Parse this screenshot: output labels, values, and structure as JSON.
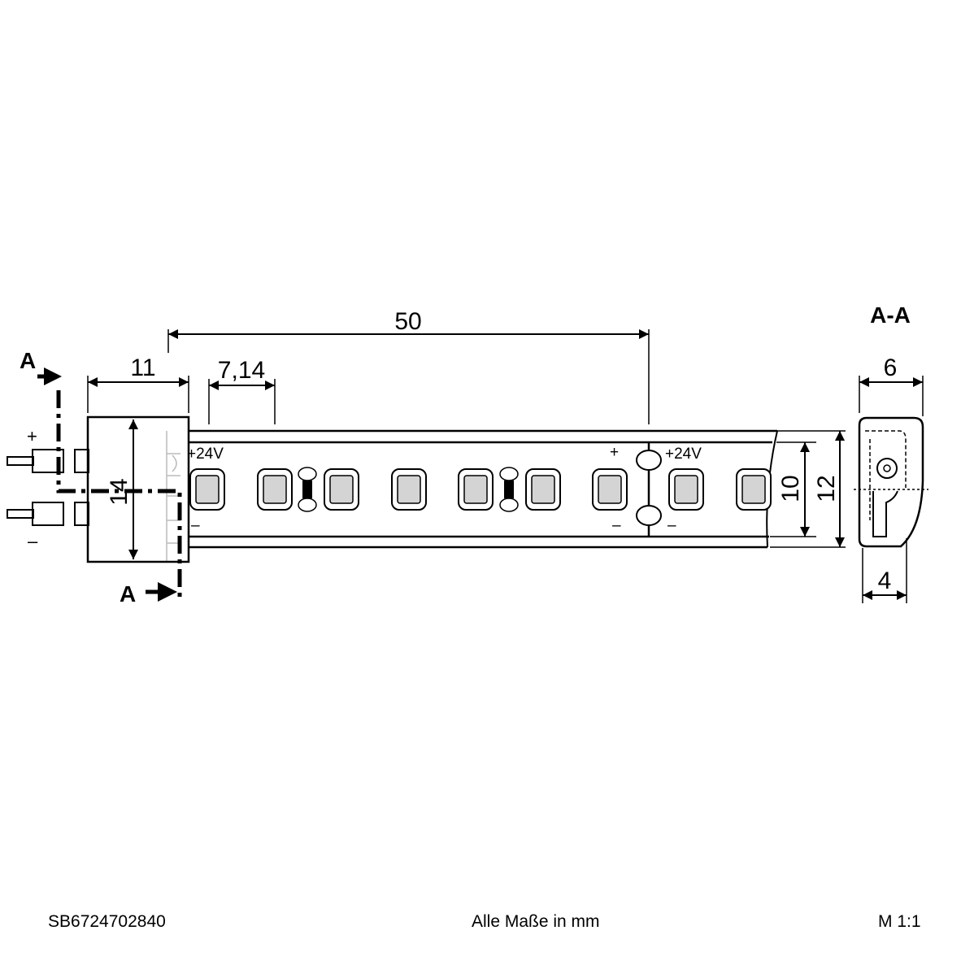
{
  "drawing": {
    "dimensions": {
      "pitch": "50",
      "connector_length": "11",
      "led_spacing": "7,14",
      "connector_height": "14",
      "strip_inner_height": "10",
      "strip_outer_height": "12",
      "section_width": "6",
      "section_inner_width": "4"
    },
    "section_marker": "A",
    "section_title": "A-A",
    "labels": {
      "voltage": "+24V",
      "plus": "+",
      "minus": "–"
    }
  },
  "footer": {
    "article_number": "SB6724702840",
    "units_note": "Alle Maße in mm",
    "scale": "M 1:1"
  }
}
